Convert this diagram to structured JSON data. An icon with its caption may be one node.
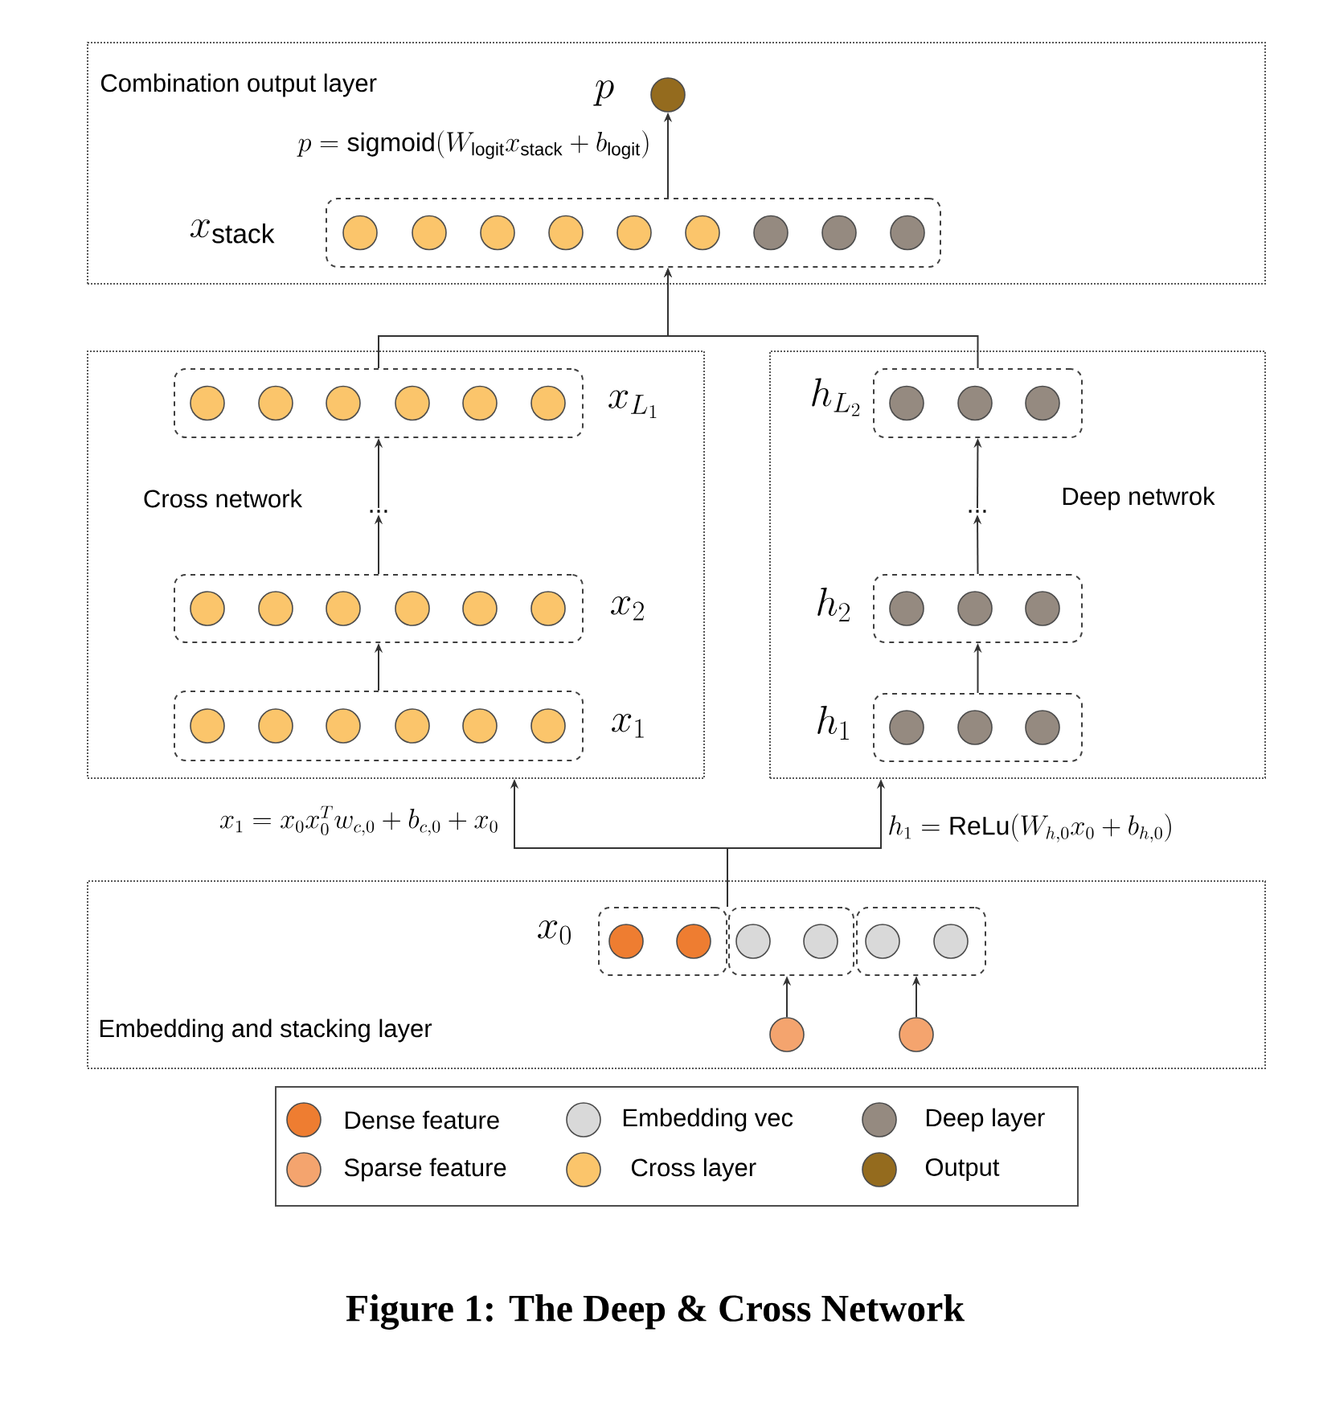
{
  "diagram": {
    "caption": "Figure 1: The Deep & Cross Network",
    "nodes": [
      {
        "text": [
          "Combination output layer"
        ]
      },
      {
        "text": [],
        "shape": "circle",
        "in": 0,
        "beside": [
          "p"
        ]
      },
      {
        "text": [
          "x_{\\mathrm{stack}}"
        ],
        "in": 0
      },
      {
        "text": [
          "Cross network"
        ]
      },
      {
        "text": [
          "x_{L_1}"
        ],
        "in": 3
      },
      {
        "text": [
          "..."
        ],
        "in": 3
      },
      {
        "text": [
          "x_2"
        ],
        "in": 3
      },
      {
        "text": [
          "x_1"
        ],
        "in": 3
      },
      {
        "text": [
          "Deep netwrok"
        ]
      },
      {
        "text": [
          "h_{L_2}"
        ],
        "in": 8
      },
      {
        "text": [
          "..."
        ],
        "in": 8
      },
      {
        "text": [
          "h_2"
        ],
        "in": 8
      },
      {
        "text": [
          "h_1"
        ],
        "in": 8
      },
      {
        "text": [
          "Embedding and stacking layer"
        ]
      },
      {
        "text": [
          "x_0"
        ],
        "in": 13
      },
      {
        "text": [],
        "shape": "box",
        "in": 13
      },
      {
        "text": [],
        "shape": "box",
        "in": 13
      },
      {
        "text": [],
        "shape": "circle",
        "in": 13
      },
      {
        "text": [],
        "shape": "circle",
        "in": 13
      }
    ],
    "edges": [
      {
        "from": 2,
        "to": 1,
        "arrow": "to",
        "label": "p = \\mathrm{sigmoid}(W_{\\mathrm{logit}}x_{\\mathrm{stack}} + b_{\\mathrm{logit}})"
      },
      {
        "from": 4,
        "to": 2,
        "arrow": "to"
      },
      {
        "from": 9,
        "to": 2,
        "arrow": "to"
      },
      {
        "from": 6,
        "to": 5,
        "arrow": "to"
      },
      {
        "from": 5,
        "to": 4,
        "arrow": "to"
      },
      {
        "from": 7,
        "to": 6,
        "arrow": "to"
      },
      {
        "from": 12,
        "to": 11,
        "arrow": "to"
      },
      {
        "from": 11,
        "to": 10,
        "arrow": "to"
      },
      {
        "from": 10,
        "to": 9,
        "arrow": "to"
      },
      {
        "from": 14,
        "to": 3,
        "arrow": "to",
        "label": "x_1 = x_0 x_0^T w_{c,0} + b_{c,0} + x_0"
      },
      {
        "from": 14,
        "to": 8,
        "arrow": "to",
        "label": "h_1 = \\mathrm{ReLu}(W_{h,0} x_0 + b_{h,0})"
      },
      {
        "from": 17,
        "to": 15,
        "arrow": "to"
      },
      {
        "from": 18,
        "to": 16,
        "arrow": "to"
      }
    ],
    "legend": [
      {
        "text": "Dense feature",
        "color": "#ee7d31"
      },
      {
        "text": "Embedding vec",
        "color": "#d9d9d9"
      },
      {
        "text": "Deep layer",
        "color": "#958a80"
      },
      {
        "text": "Sparse feature",
        "color": "#f4a46e"
      },
      {
        "text": "Cross layer",
        "color": "#fbc56b"
      },
      {
        "text": "Output",
        "color": "#946b1e"
      }
    ]
  }
}
